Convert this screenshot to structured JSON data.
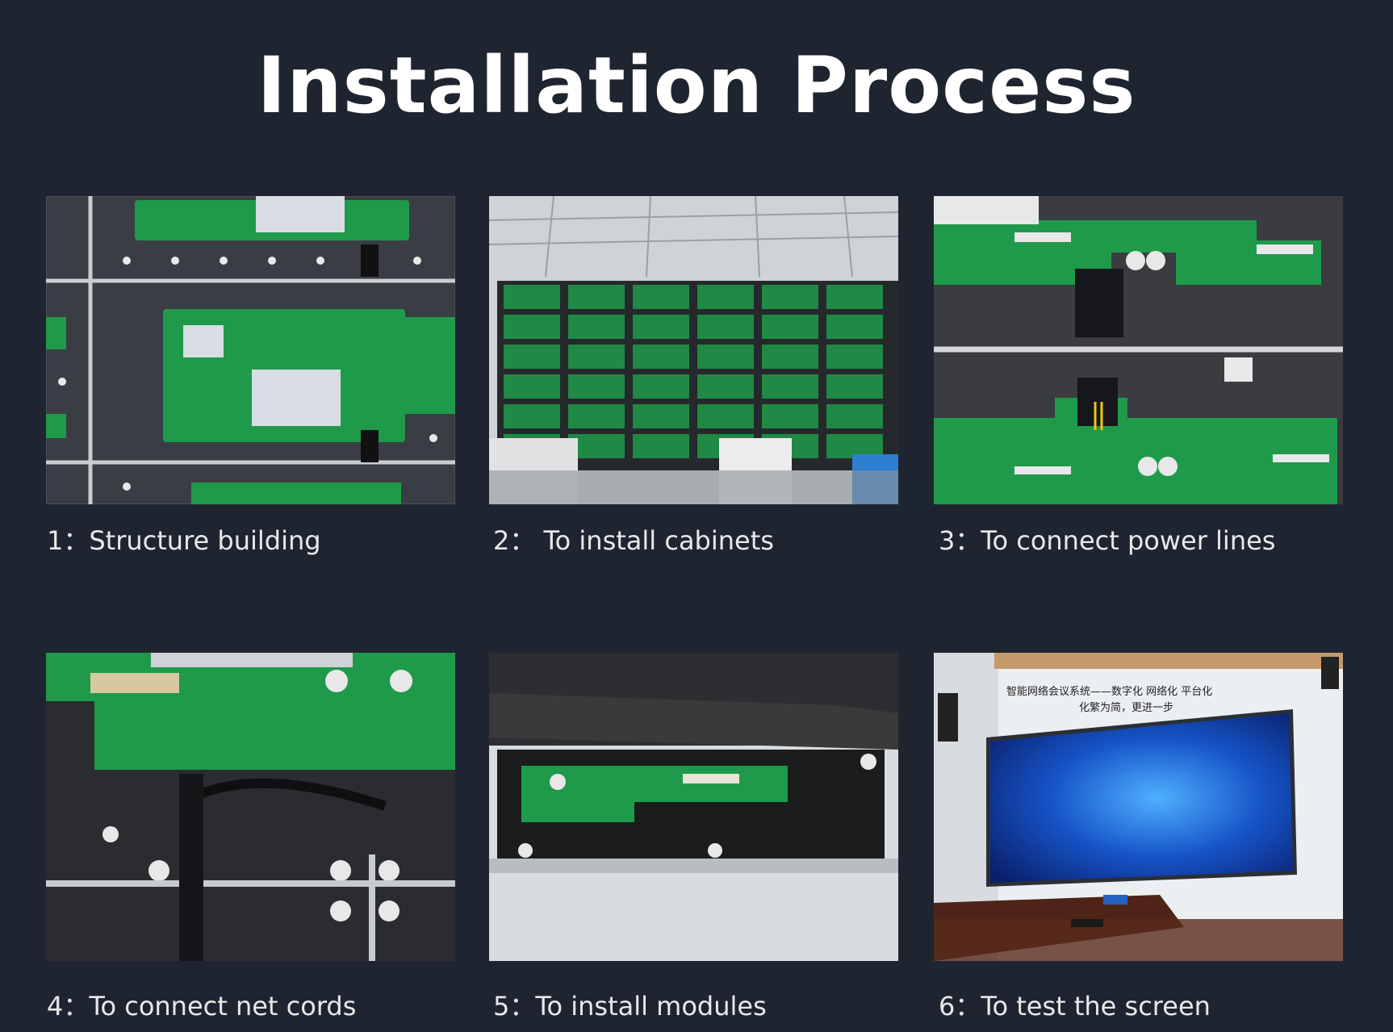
{
  "title": "Installation Process",
  "colors": {
    "background": "#1f2530",
    "pcb_green": "#1f9a4a",
    "cabinet_dark": "#2b2e33"
  },
  "steps": [
    {
      "caption": "1：Structure building"
    },
    {
      "caption": "2： To install cabinets"
    },
    {
      "caption": "3：To connect power lines"
    },
    {
      "caption": "4：To connect net cords"
    },
    {
      "caption": "5：To install modules"
    },
    {
      "caption": "6：To test the screen"
    }
  ],
  "screen_text": {
    "line1": "智能网络会议系统——数字化 网络化 平台化",
    "line2": "化繁为简，更进一步"
  }
}
